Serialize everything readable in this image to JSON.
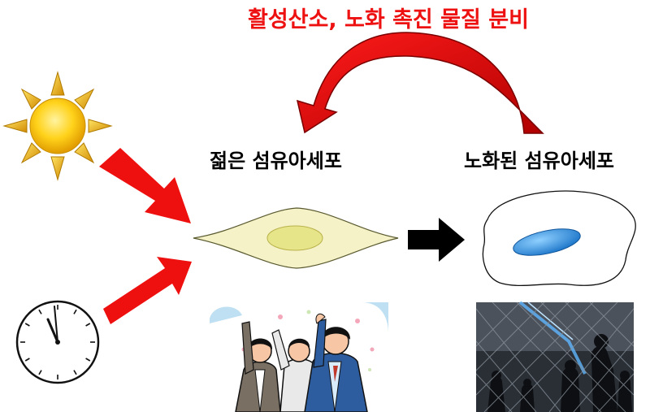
{
  "title": "활성산소, 노화 촉진 물질 분비",
  "labels": {
    "young_cell": "젊은 섬유아세포",
    "aged_cell": "노화된 섬유아세포"
  },
  "icons": {
    "sun": "sun-icon",
    "clock": "clock-icon",
    "celebration": "celebrating-people-illustration",
    "zombies": "zombie-fence-illustration"
  },
  "colors": {
    "title_red": "#ee1111",
    "arrow_red": "#ee0f0f",
    "sun_yellow": "#ffc800",
    "young_cell_fill": "#f6f2c8",
    "young_nucleus": "#e7e58a",
    "aged_nucleus": "#2e90e0"
  }
}
